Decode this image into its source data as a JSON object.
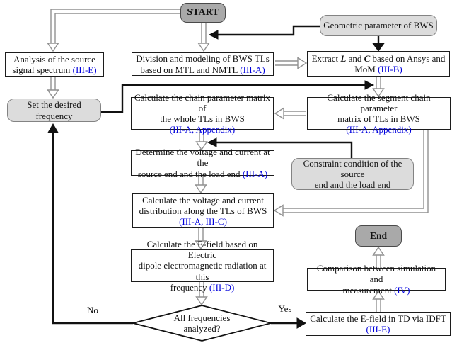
{
  "figure": {
    "description_label": "flowchart"
  },
  "palette": {
    "ref_blue": "#0000dd",
    "arrow_black": "#111111",
    "arrow_hollow": "#919191",
    "process_fill": "#ffffff",
    "process_border": "#1c1c1c",
    "data_fill": "#dcdcdc",
    "terminal_fill": "#a9a9a9"
  },
  "nodes": {
    "start": {
      "segments": [
        {
          "t": "START"
        }
      ]
    },
    "geometric": {
      "segments": [
        {
          "t": "Geometric parameter of BWS"
        }
      ]
    },
    "analysis": {
      "segments": [
        {
          "t": "Analysis of the source"
        },
        {
          "br": true
        },
        {
          "t": "signal spectrum "
        },
        {
          "t": "(III-E)",
          "c": "ref"
        }
      ]
    },
    "division": {
      "segments": [
        {
          "t": "Division and modeling of BWS TLs"
        },
        {
          "br": true
        },
        {
          "t": "based on MTL and NMTL "
        },
        {
          "t": "(III-A)",
          "c": "ref"
        }
      ]
    },
    "extract": {
      "segments": [
        {
          "t": "Extract "
        },
        {
          "t": "L",
          "c": "bi"
        },
        {
          "t": " and "
        },
        {
          "t": "C",
          "c": "bi"
        },
        {
          "t": " based on Ansys and"
        },
        {
          "br": true
        },
        {
          "t": "MoM "
        },
        {
          "t": "(III-B)",
          "c": "ref"
        }
      ]
    },
    "setfreq": {
      "segments": [
        {
          "t": "Set the desired frequency"
        }
      ]
    },
    "chain": {
      "segments": [
        {
          "t": "Calculate the chain parameter matrix of"
        },
        {
          "br": true
        },
        {
          "t": "the whole TLs in BWS"
        },
        {
          "br": true
        },
        {
          "t": "(III-A, Appendix)",
          "c": "ref"
        }
      ]
    },
    "segment": {
      "segments": [
        {
          "t": "Calculate the segment chain parameter"
        },
        {
          "br": true
        },
        {
          "t": "matrix of TLs in BWS"
        },
        {
          "br": true
        },
        {
          "t": "(III-A, Appendix)",
          "c": "ref"
        }
      ]
    },
    "determine": {
      "segments": [
        {
          "t": "Determine the voltage and current at the"
        },
        {
          "br": true
        },
        {
          "t": "source end and the load end "
        },
        {
          "t": "(III-A)",
          "c": "ref"
        }
      ]
    },
    "constraint": {
      "segments": [
        {
          "t": "Constraint condition of the source"
        },
        {
          "br": true
        },
        {
          "t": "end and the load end"
        }
      ]
    },
    "distribution": {
      "segments": [
        {
          "t": "Calculate the voltage and current"
        },
        {
          "br": true
        },
        {
          "t": "distribution along the TLs of BWS"
        },
        {
          "br": true
        },
        {
          "t": "(III-A, III-C)",
          "c": "ref"
        }
      ]
    },
    "efield": {
      "segments": [
        {
          "t": "Calculate the E-field based on Electric"
        },
        {
          "br": true
        },
        {
          "t": "dipole electromagnetic radiation at this"
        },
        {
          "br": true
        },
        {
          "t": "frequency  "
        },
        {
          "t": "(III-D)",
          "c": "ref"
        }
      ]
    },
    "decision": {
      "segments": [
        {
          "t": "All frequencies"
        },
        {
          "br": true
        },
        {
          "t": "analyzed?"
        }
      ]
    },
    "end": {
      "segments": [
        {
          "t": "End"
        }
      ]
    },
    "comparison": {
      "segments": [
        {
          "t": "Comparison between simulation and"
        },
        {
          "br": true
        },
        {
          "t": "measurement  "
        },
        {
          "t": "(IV)",
          "c": "ref"
        }
      ]
    },
    "idft": {
      "segments": [
        {
          "t": "Calculate the E-field in TD via IDFT"
        },
        {
          "br": true
        },
        {
          "t": "(III-E)",
          "c": "ref"
        }
      ]
    }
  },
  "edge_labels": {
    "no": "No",
    "yes": "Yes"
  }
}
